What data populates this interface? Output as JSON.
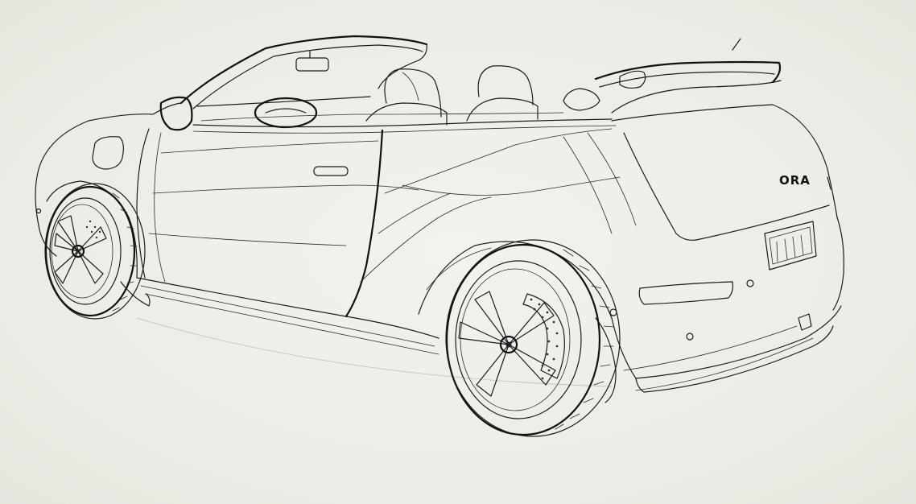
{
  "image": {
    "subject": "convertible-car-line-drawing",
    "style": "technical-sketch",
    "background_color": "#efefea",
    "line_color": "#1b1b1b"
  },
  "car": {
    "badge_text": "ORA"
  }
}
